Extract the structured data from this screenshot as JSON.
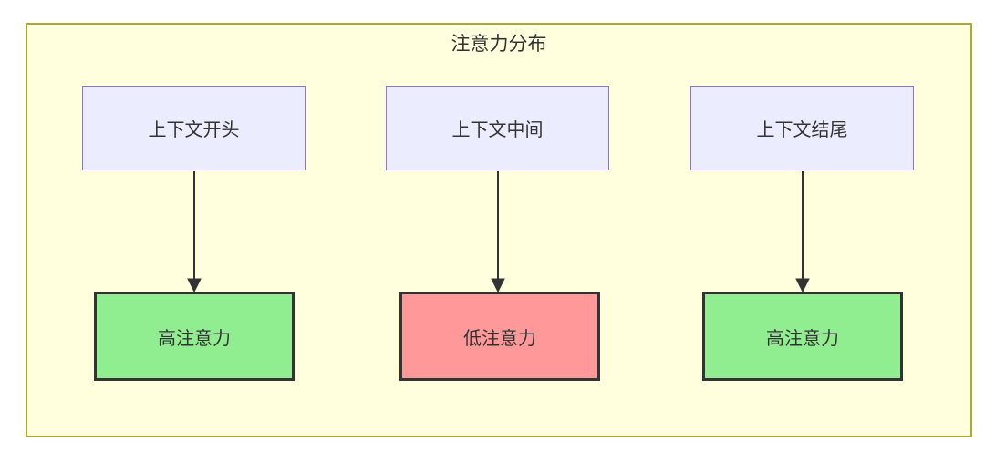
{
  "diagram": {
    "title": "注意力分布",
    "nodes": [
      {
        "id": "context-start",
        "label": "上下文开头",
        "row": "top",
        "kind": "context"
      },
      {
        "id": "context-middle",
        "label": "上下文中间",
        "row": "top",
        "kind": "context"
      },
      {
        "id": "context-end",
        "label": "上下文结尾",
        "row": "top",
        "kind": "context"
      },
      {
        "id": "attention-1",
        "label": "高注意力",
        "row": "bottom",
        "kind": "high"
      },
      {
        "id": "attention-2",
        "label": "低注意力",
        "row": "bottom",
        "kind": "low"
      },
      {
        "id": "attention-3",
        "label": "高注意力",
        "row": "bottom",
        "kind": "high"
      }
    ],
    "edges": [
      {
        "from": "上下文开头",
        "to": "高注意力"
      },
      {
        "from": "上下文中间",
        "to": "低注意力"
      },
      {
        "from": "上下文结尾",
        "to": "高注意力"
      }
    ],
    "colors": {
      "subgraph_fill": "#FFFFDE",
      "subgraph_border": "#AAAA33",
      "context_node_fill": "#ECECFF",
      "context_node_border": "#9370DB",
      "high_attention_fill": "#90EE90",
      "low_attention_fill": "#FF9999",
      "attention_node_border": "#333333",
      "arrow": "#333333",
      "text": "#333333"
    }
  }
}
